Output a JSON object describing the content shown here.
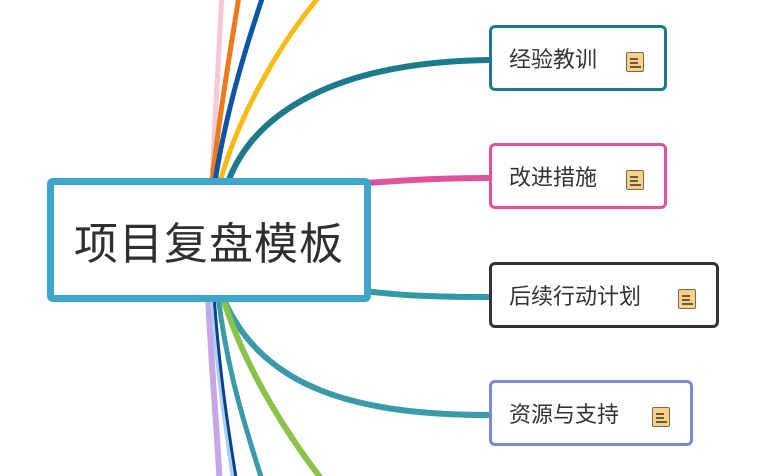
{
  "root": {
    "label": "项目复盘模板",
    "color": "#3ea5cc"
  },
  "topics": [
    {
      "label": "经验教训",
      "color": "#1b7a8c",
      "note_icon": "note-icon"
    },
    {
      "label": "改进措施",
      "color": "#e0529a",
      "note_icon": "note-icon"
    },
    {
      "label": "后续行动计划",
      "color": "#333333",
      "note_icon": "note-icon"
    },
    {
      "label": "资源与支持",
      "color": "#7e86d8",
      "note_icon": "note-icon"
    }
  ],
  "branch_colors": {
    "lessons": "#1b7a8c",
    "improvements": "#e0529a",
    "follow_up": "#2f9aa6",
    "resources": "#3a9aaa",
    "offscreen": [
      "#f6c7d4",
      "#ec7a1c",
      "#0a55a5",
      "#f8bb16",
      "#c7a6e8",
      "#a8d0f0",
      "#0d3f8a",
      "#8bc34a",
      "#3a9aaa"
    ]
  }
}
